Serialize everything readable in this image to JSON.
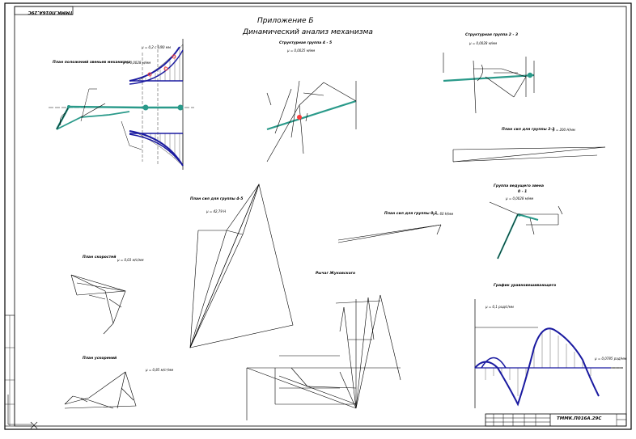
{
  "sheet": {
    "top_stamp": "ТММК.П016А.29С",
    "bottom_stamp": "ТММК.П016А.29С",
    "title_line1": "Приложение Б",
    "title_line2": "Динамический анализ механизма"
  },
  "sections": {
    "plan_positions": "План положений звеньев механизма",
    "scale_positions": "μ = 0,0028 м/мм",
    "scale_positions_top": "μ = 0,2 с 1/80 мм",
    "structural_group_23": "Структурная группа 2 - 3",
    "scale_group_23": "μ = 0,0028 м/мм",
    "structural_group_45": "Структурная группа 4 - 5",
    "scale_group_45": "μ = 0,0025 м/мм",
    "force_plan_23": "План сил для группы 2-3",
    "scale_force_23": "μ = 200 Н/мм",
    "leading_link": "Группа ведущего звена",
    "leading_link_2": "0 - 1",
    "scale_leading": "μ = 0,0028 м/мм",
    "force_plan_45": "План сил для группы 4-5",
    "scale_force_45": "μ = 42,79 Н",
    "force_plan_01": "План сил для группы 0-1",
    "scale_force_01": "μ = 60 Н/мм",
    "velocity_plan": "План скоростей",
    "scale_velocity": "μ = 0,03 м/с/мм",
    "zhukovsky_lever": "Рычаг Жуковского",
    "acceleration_plan": "План ускорений",
    "scale_acceleration": "μ = 0,85 м/с²/мм",
    "torque_graph": "График уравновешивающего",
    "scale_torque_y": "μ = 0,1 рад/с/мм",
    "scale_torque_x": "μ = 0,0785 рад/мм"
  },
  "colors": {
    "line": "#000000",
    "link": "#2a9a8a",
    "joint": "#2a9a8a",
    "envelope": "#1a1aa0",
    "accent_point": "#ff3a3a",
    "frame": "#000000"
  }
}
